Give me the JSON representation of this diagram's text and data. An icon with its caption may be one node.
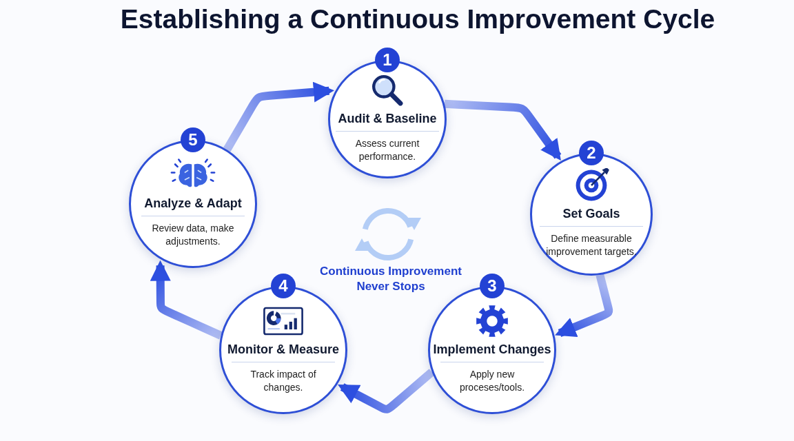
{
  "diagram": {
    "title": "Establishing a Continuous Improvement Cycle",
    "nodes": [
      {
        "text": [
          "1",
          "Audit & Baseline",
          "Assess current performance."
        ]
      },
      {
        "text": [
          "2",
          "Set Goals",
          "Define measurable improvement targets."
        ]
      },
      {
        "text": [
          "3",
          "Implement Changes",
          "Apply new proceses/tools."
        ]
      },
      {
        "text": [
          "4",
          "Monitor & Measure",
          "Track impact of changes."
        ]
      },
      {
        "text": [
          "5",
          "Analyze & Adapt",
          "Review data, make adjustments."
        ]
      }
    ],
    "edges": [
      {
        "from": 0,
        "to": 1,
        "arrow": "to"
      },
      {
        "from": 1,
        "to": 2,
        "arrow": "to"
      },
      {
        "from": 2,
        "to": 3,
        "arrow": "to"
      },
      {
        "from": 3,
        "to": 4,
        "arrow": "to"
      },
      {
        "from": 4,
        "to": 0,
        "arrow": "to"
      }
    ],
    "labels": [
      "Continuous Improvement Never Stops"
    ]
  }
}
